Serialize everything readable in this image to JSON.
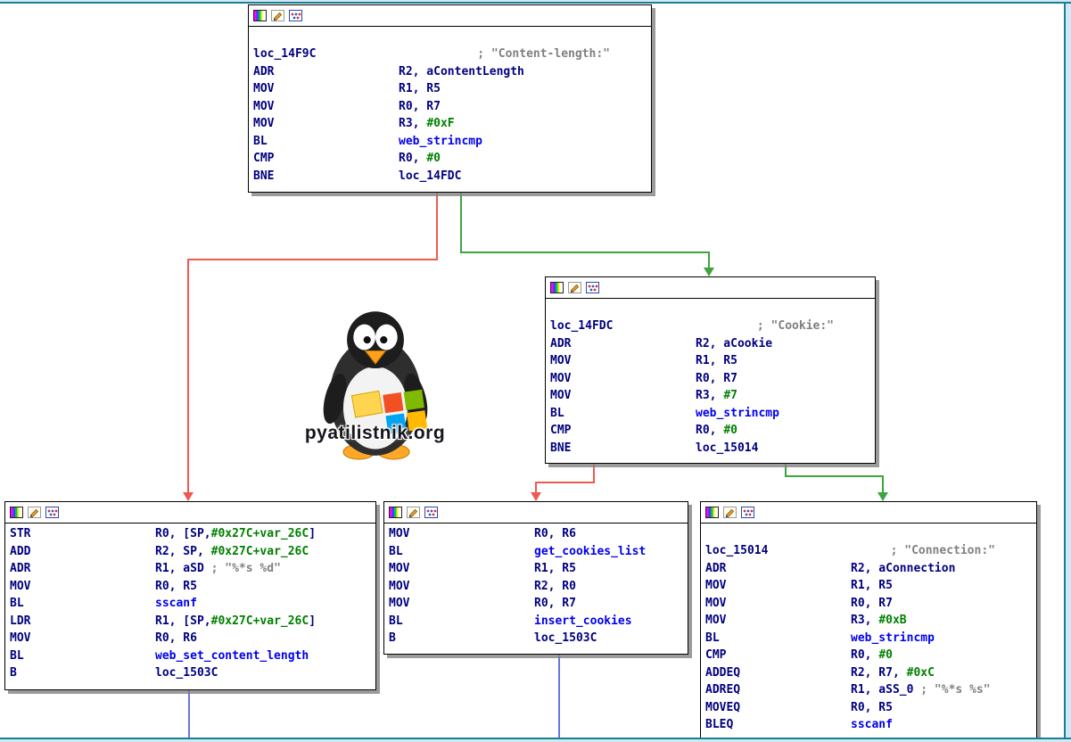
{
  "colors": {
    "navy": "#000080",
    "blue": "#0000ee",
    "green": "#008000",
    "gray": "#808080",
    "edge_red": "#ee5a50",
    "edge_green": "#3fa43f",
    "edge_blue": "#6676dd",
    "border_teal": "#1a7f95",
    "border_light": "#cfe9f6"
  },
  "watermark": {
    "text": "pyatilistnik.org"
  },
  "node_toolbar_icons": [
    "node-color-icon",
    "edit-node-icon",
    "window-icon"
  ],
  "blocks": [
    {
      "name": "loc_14F9C",
      "blank_line_before": true,
      "lines": [
        {
          "label": "loc_14F9C",
          "comment": "; \"Content-length:\""
        },
        {
          "mn": "ADR",
          "ops": [
            {
              "c": "navy",
              "t": "R2, aContentLength"
            }
          ]
        },
        {
          "mn": "MOV",
          "ops": [
            {
              "c": "navy",
              "t": "R1, R5"
            }
          ]
        },
        {
          "mn": "MOV",
          "ops": [
            {
              "c": "navy",
              "t": "R0, R7"
            }
          ]
        },
        {
          "mn": "MOV",
          "ops": [
            {
              "c": "navy",
              "t": "R3, "
            },
            {
              "c": "green",
              "t": "#0xF"
            }
          ]
        },
        {
          "mn": "BL",
          "ops": [
            {
              "c": "blue",
              "t": "web_strincmp"
            }
          ]
        },
        {
          "mn": "CMP",
          "ops": [
            {
              "c": "navy",
              "t": "R0, "
            },
            {
              "c": "green",
              "t": "#0"
            }
          ]
        },
        {
          "mn": "BNE",
          "ops": [
            {
              "c": "navy",
              "t": "loc_14FDC"
            }
          ]
        }
      ]
    },
    {
      "name": "loc_14FDC",
      "blank_line_before": true,
      "lines": [
        {
          "label": "loc_14FDC",
          "comment": "; \"Cookie:\""
        },
        {
          "mn": "ADR",
          "ops": [
            {
              "c": "navy",
              "t": "R2, aCookie"
            }
          ]
        },
        {
          "mn": "MOV",
          "ops": [
            {
              "c": "navy",
              "t": "R1, R5"
            }
          ]
        },
        {
          "mn": "MOV",
          "ops": [
            {
              "c": "navy",
              "t": "R0, R7"
            }
          ]
        },
        {
          "mn": "MOV",
          "ops": [
            {
              "c": "navy",
              "t": "R3, "
            },
            {
              "c": "green",
              "t": "#7"
            }
          ]
        },
        {
          "mn": "BL",
          "ops": [
            {
              "c": "blue",
              "t": "web_strincmp"
            }
          ]
        },
        {
          "mn": "CMP",
          "ops": [
            {
              "c": "navy",
              "t": "R0, "
            },
            {
              "c": "green",
              "t": "#0"
            }
          ]
        },
        {
          "mn": "BNE",
          "ops": [
            {
              "c": "navy",
              "t": "loc_15014"
            }
          ]
        }
      ]
    },
    {
      "name": "content-length-handler",
      "blank_line_before": false,
      "lines": [
        {
          "mn": "STR",
          "ops": [
            {
              "c": "navy",
              "t": "R0, [SP,"
            },
            {
              "c": "green",
              "t": "#0x27C+var_26C"
            },
            {
              "c": "navy",
              "t": "]"
            }
          ]
        },
        {
          "mn": "ADD",
          "ops": [
            {
              "c": "navy",
              "t": "R2, SP, "
            },
            {
              "c": "green",
              "t": "#0x27C+var_26C"
            }
          ]
        },
        {
          "mn": "ADR",
          "ops": [
            {
              "c": "navy",
              "t": "R1, aSD"
            },
            {
              "c": "gray",
              "t": " ; \"%*s %d\""
            }
          ]
        },
        {
          "mn": "MOV",
          "ops": [
            {
              "c": "navy",
              "t": "R0, R5"
            }
          ]
        },
        {
          "mn": "BL",
          "ops": [
            {
              "c": "blue",
              "t": "sscanf"
            }
          ]
        },
        {
          "mn": "LDR",
          "ops": [
            {
              "c": "navy",
              "t": "R1, [SP,"
            },
            {
              "c": "green",
              "t": "#0x27C+var_26C"
            },
            {
              "c": "navy",
              "t": "]"
            }
          ]
        },
        {
          "mn": "MOV",
          "ops": [
            {
              "c": "navy",
              "t": "R0, R6"
            }
          ]
        },
        {
          "mn": "BL",
          "ops": [
            {
              "c": "blue",
              "t": "web_set_content_length"
            }
          ]
        },
        {
          "mn": "B",
          "ops": [
            {
              "c": "navy",
              "t": "loc_1503C"
            }
          ]
        }
      ]
    },
    {
      "name": "cookie-handler",
      "blank_line_before": false,
      "lines": [
        {
          "mn": "MOV",
          "ops": [
            {
              "c": "navy",
              "t": "R0, R6"
            }
          ]
        },
        {
          "mn": "BL",
          "ops": [
            {
              "c": "blue",
              "t": "get_cookies_list"
            }
          ]
        },
        {
          "mn": "MOV",
          "ops": [
            {
              "c": "navy",
              "t": "R1, R5"
            }
          ]
        },
        {
          "mn": "MOV",
          "ops": [
            {
              "c": "navy",
              "t": "R2, R0"
            }
          ]
        },
        {
          "mn": "MOV",
          "ops": [
            {
              "c": "navy",
              "t": "R0, R7"
            }
          ]
        },
        {
          "mn": "BL",
          "ops": [
            {
              "c": "blue",
              "t": "insert_cookies"
            }
          ]
        },
        {
          "mn": "B",
          "ops": [
            {
              "c": "navy",
              "t": "loc_1503C"
            }
          ]
        }
      ]
    },
    {
      "name": "loc_15014",
      "blank_line_before": true,
      "lines": [
        {
          "label": "loc_15014",
          "comment": "; \"Connection:\""
        },
        {
          "mn": "ADR",
          "ops": [
            {
              "c": "navy",
              "t": "R2, aConnection"
            }
          ]
        },
        {
          "mn": "MOV",
          "ops": [
            {
              "c": "navy",
              "t": "R1, R5"
            }
          ]
        },
        {
          "mn": "MOV",
          "ops": [
            {
              "c": "navy",
              "t": "R0, R7"
            }
          ]
        },
        {
          "mn": "MOV",
          "ops": [
            {
              "c": "navy",
              "t": "R3, "
            },
            {
              "c": "green",
              "t": "#0xB"
            }
          ]
        },
        {
          "mn": "BL",
          "ops": [
            {
              "c": "blue",
              "t": "web_strincmp"
            }
          ]
        },
        {
          "mn": "CMP",
          "ops": [
            {
              "c": "navy",
              "t": "R0, "
            },
            {
              "c": "green",
              "t": "#0"
            }
          ]
        },
        {
          "mn": "ADDEQ",
          "ops": [
            {
              "c": "navy",
              "t": "R2, R7, "
            },
            {
              "c": "green",
              "t": "#0xC"
            }
          ]
        },
        {
          "mn": "ADREQ",
          "ops": [
            {
              "c": "navy",
              "t": "R1, aSS_0"
            },
            {
              "c": "gray",
              "t": " ; \"%*s %s\""
            }
          ]
        },
        {
          "mn": "MOVEQ",
          "ops": [
            {
              "c": "navy",
              "t": "R0, R5"
            }
          ]
        },
        {
          "mn": "BLEQ",
          "ops": [
            {
              "c": "blue",
              "t": "sscanf"
            }
          ]
        }
      ]
    }
  ]
}
